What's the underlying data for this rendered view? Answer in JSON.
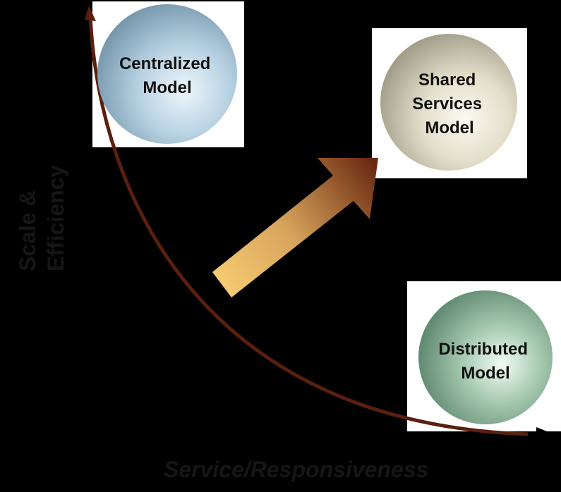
{
  "nodes": {
    "centralized": {
      "label_lines": [
        "Centralized",
        "Model"
      ],
      "color": "#b7d2e3"
    },
    "shared": {
      "label_lines": [
        "Shared",
        "Services",
        "Model"
      ],
      "color": "#e6e1cf"
    },
    "distributed": {
      "label_lines": [
        "Distributed",
        "Model"
      ],
      "color": "#a8cbb1"
    }
  },
  "axes": {
    "y_label_lines": [
      "Scale &",
      "Efficiency"
    ],
    "x_label": "Service/Responsiveness"
  },
  "colors": {
    "background": "#000000",
    "curve": "#5a1f0e",
    "arrow_start": "#f2c46a",
    "arrow_end": "#6b2a10"
  }
}
